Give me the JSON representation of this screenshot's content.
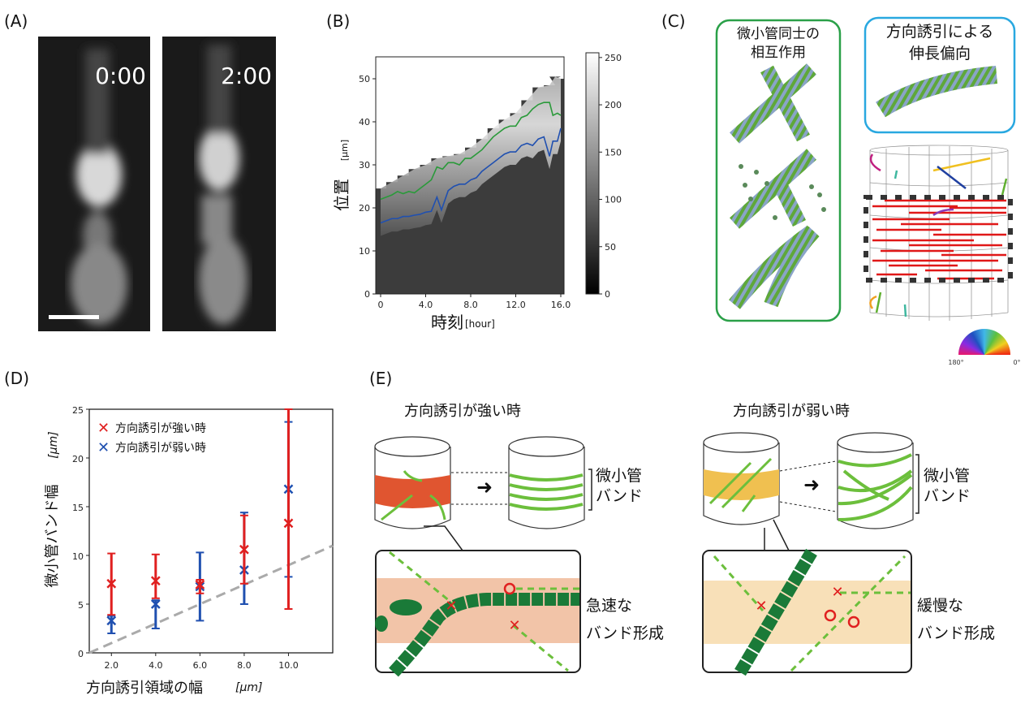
{
  "panel_labels": {
    "a": "(A)",
    "b": "(B)",
    "c": "(C)",
    "d": "(D)",
    "e": "(E)"
  },
  "panel_a": {
    "timestamps": [
      "0:00",
      "2:00"
    ]
  },
  "panel_c": {
    "box1_title": [
      "微小管同士の",
      "相互作用"
    ],
    "box2_title": [
      "方向誘引による",
      "伸長偏向"
    ],
    "wheel_labels": [
      "180°",
      "0°"
    ],
    "colors": {
      "box1": "#2aa048",
      "box2": "#29a8e0"
    }
  },
  "panel_e": {
    "strong_title": "方向誘引が強い時",
    "weak_title": "方向誘引が弱い時",
    "band_label": [
      "微小管",
      "バンド"
    ],
    "strong_caption": [
      "急速な",
      "バンド形成"
    ],
    "weak_caption": [
      "緩慢な",
      "バンド形成"
    ],
    "colors": {
      "strong_band": "#e05530",
      "weak_band": "#f0c050",
      "microtubule": "#6cbf3c"
    }
  },
  "chart_data": [
    {
      "id": "B",
      "type": "heatmap",
      "xlabel": "時刻",
      "xlabel_unit": "[hour]",
      "ylabel": "位置",
      "ylabel_unit": "[µm]",
      "xlim": [
        -0.3,
        16.3
      ],
      "ylim": [
        0,
        55
      ],
      "xticks": [
        0,
        4,
        8,
        12,
        16
      ],
      "xtick_labels": [
        "0",
        "4.0",
        "8.0",
        "12.0",
        "16.0"
      ],
      "yticks": [
        0,
        10,
        20,
        30,
        40,
        50
      ],
      "ytick_labels": [
        "0",
        "10",
        "20",
        "30",
        "40",
        "50"
      ],
      "colorbar": {
        "range": [
          0,
          255
        ],
        "ticks": [
          0,
          50,
          100,
          150,
          200,
          250
        ],
        "tick_labels": [
          "0",
          "50",
          "100",
          "150",
          "200",
          "250"
        ]
      },
      "upper_edge": {
        "x": [
          0,
          1,
          2,
          3,
          4,
          5,
          6,
          7,
          8,
          9,
          10,
          11,
          12,
          13,
          14,
          15,
          15.5,
          16
        ],
        "y": [
          24.5,
          26,
          27.5,
          29,
          30,
          31.5,
          32,
          32.5,
          34,
          36,
          38.5,
          40.5,
          42,
          45,
          48,
          48.5,
          50.5,
          50
        ]
      },
      "series": [
        {
          "name": "upper boundary",
          "color": "#2a9a3a",
          "x": [
            0,
            0.5,
            1,
            1.5,
            2,
            2.5,
            3,
            3.5,
            4,
            4.5,
            5,
            5.5,
            6,
            6.5,
            7,
            7.5,
            8,
            8.5,
            9,
            9.5,
            10,
            10.5,
            11,
            11.5,
            12,
            12.5,
            13,
            13.5,
            14,
            14.5,
            15,
            15.3,
            15.7,
            16
          ],
          "y": [
            22,
            22.5,
            23,
            23.8,
            23.3,
            23.8,
            23.5,
            24.5,
            25.5,
            26.5,
            29.5,
            29,
            30.5,
            30.5,
            30,
            31.5,
            31.5,
            32.5,
            33.5,
            35,
            36.5,
            37.5,
            38.5,
            39,
            39,
            41,
            41.5,
            43,
            44,
            44.5,
            44.5,
            41.5,
            42,
            41.5
          ]
        },
        {
          "name": "lower boundary",
          "color": "#2050b0",
          "x": [
            0,
            0.5,
            1,
            1.5,
            2,
            2.5,
            3,
            3.5,
            4,
            4.5,
            5,
            5.4,
            6,
            6.5,
            7,
            7.5,
            8,
            8.5,
            9,
            9.5,
            10,
            10.5,
            11,
            11.5,
            12,
            12.5,
            13,
            13.5,
            14,
            14.5,
            15,
            15.3,
            15.7,
            16
          ],
          "y": [
            16.5,
            17,
            17.5,
            17.5,
            18,
            18,
            18.3,
            18.5,
            19,
            19.2,
            22.5,
            19.5,
            24,
            25,
            25.5,
            25.5,
            26.5,
            27,
            28.5,
            29.5,
            30.5,
            31.5,
            32.5,
            33,
            33,
            34.5,
            35,
            34.5,
            36,
            36.5,
            32,
            35.5,
            35.5,
            38.5
          ]
        }
      ]
    },
    {
      "id": "D",
      "type": "scatter",
      "xlabel": "方向誘引領域の幅",
      "xlabel_unit": "[µm]",
      "ylabel": "微小管バンド幅",
      "ylabel_unit": "[µm]",
      "xlim": [
        1,
        12
      ],
      "ylim": [
        0,
        25
      ],
      "xticks": [
        2,
        4,
        6,
        8,
        10
      ],
      "xtick_labels": [
        "2.0",
        "4.0",
        "6.0",
        "8.0",
        "10.0"
      ],
      "yticks": [
        0,
        5,
        10,
        15,
        20,
        25
      ],
      "ytick_labels": [
        "0",
        "5",
        "10",
        "15",
        "20",
        "25"
      ],
      "legend_position": "top-left",
      "series": [
        {
          "name": "方向誘引が強い時",
          "color": "#e02020",
          "x": [
            2,
            4,
            6,
            8,
            10
          ],
          "y": [
            7.1,
            7.4,
            7.0,
            10.6,
            13.3
          ],
          "err_low": [
            3.9,
            5.6,
            6.1,
            7.1,
            4.5
          ],
          "err_high": [
            10.2,
            10.1,
            7.5,
            14.1,
            25.0
          ]
        },
        {
          "name": "方向誘引が弱い時",
          "color": "#2050b0",
          "x": [
            2,
            4,
            6,
            8,
            10
          ],
          "y": [
            3.3,
            5.0,
            6.8,
            8.5,
            16.8
          ],
          "err_low": [
            2.0,
            2.5,
            3.3,
            5.0,
            7.8
          ],
          "err_high": [
            3.8,
            5.4,
            10.3,
            14.4,
            23.7
          ]
        }
      ],
      "reference_line": {
        "style": "dashed",
        "color": "#aaaaaa",
        "x": [
          1,
          12
        ],
        "y": [
          0,
          11
        ]
      }
    }
  ]
}
